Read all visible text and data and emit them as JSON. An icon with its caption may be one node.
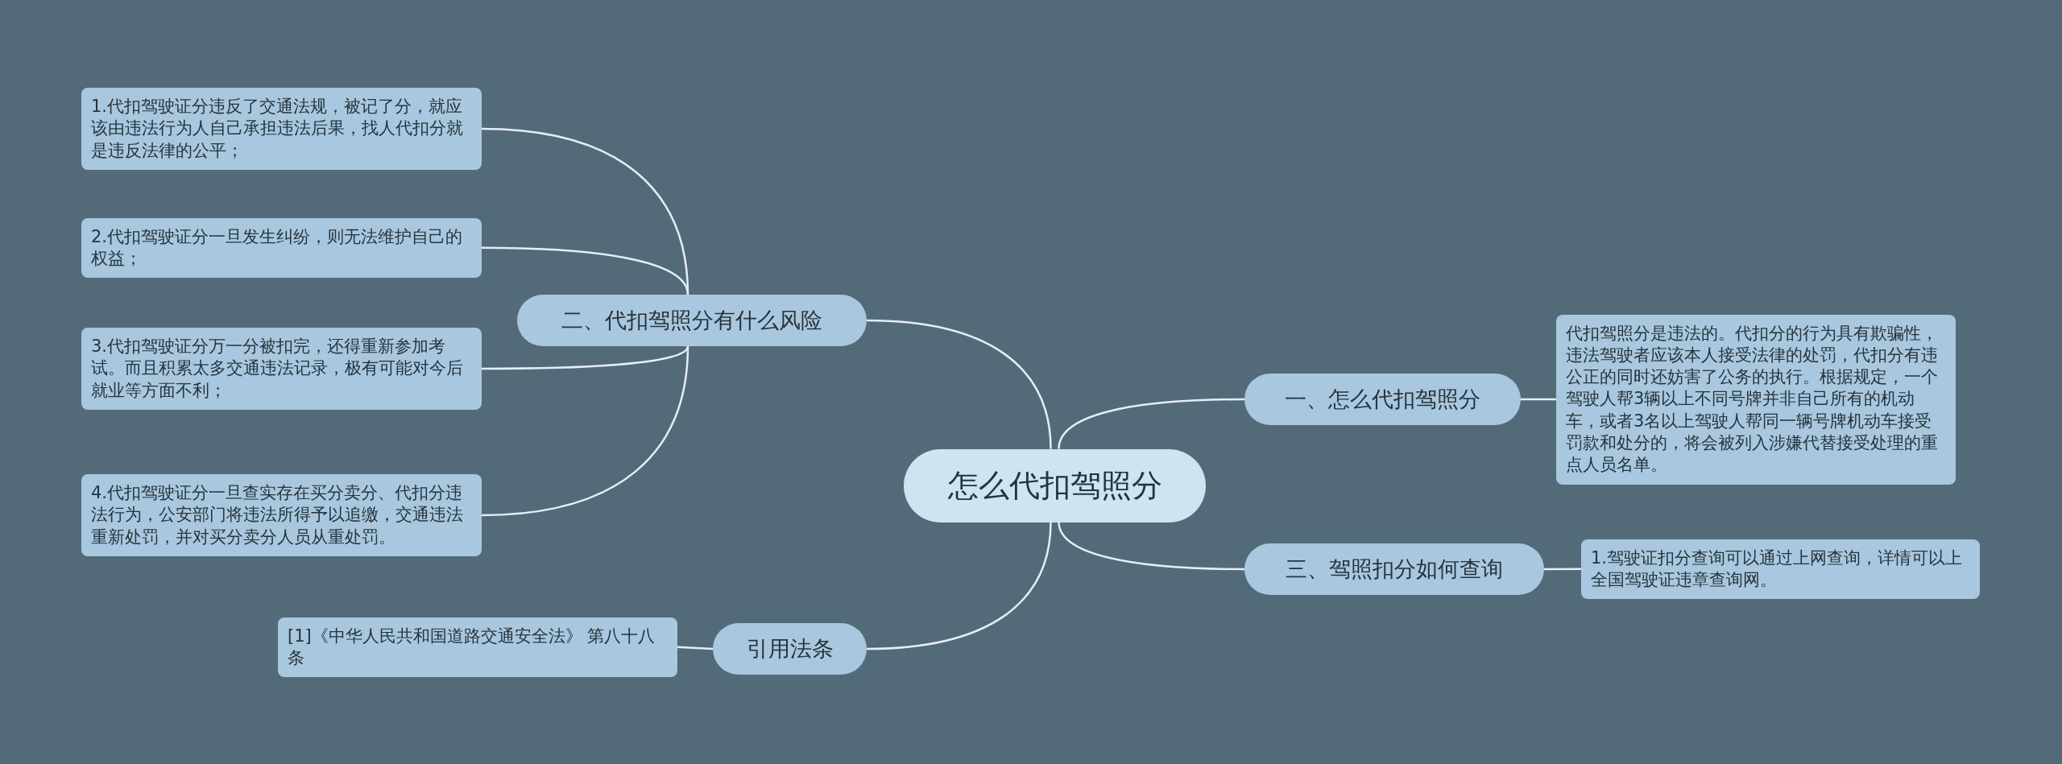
{
  "diagram": {
    "nodes": [
      {
        "text": [
          "怎么代扣驾照分"
        ]
      },
      {
        "text": [
          "二、代扣驾照分有什么风险"
        ]
      },
      {
        "text": [
          "1.代扣驾驶证分违反了交通法规，被记了分，就应该由违法行为人自己承担违法后果，找人代扣分就是违反法律的公平；"
        ]
      },
      {
        "text": [
          "2.代扣驾驶证分一旦发生纠纷，则无法维护自己的权益；"
        ]
      },
      {
        "text": [
          "3.代扣驾驶证分万一分被扣完，还得重新参加考试。而且积累太多交通违法记录，极有可能对今后就业等方面不利；"
        ]
      },
      {
        "text": [
          "4.代扣驾驶证分一旦查实存在买分卖分、代扣分违法行为，公安部门将违法所得予以追缴，交通违法重新处罚，并对买分卖分人员从重处罚。"
        ]
      },
      {
        "text": [
          "一、怎么代扣驾照分"
        ]
      },
      {
        "text": [
          "代扣驾照分是违法的。代扣分的行为具有欺骗性，违法驾驶者应该本人接受法律的处罚，代扣分有违公正的同时还妨害了公务的执行。根据规定，一个驾驶人帮3辆以上不同号牌并非自己所有的机动车，或者3名以上驾驶人帮同一辆号牌机动车接受罚款和处分的，将会被列入涉嫌代替接受处理的重点人员名单。"
        ]
      },
      {
        "text": [
          "三、驾照扣分如何查询"
        ]
      },
      {
        "text": [
          "1.驾驶证扣分查询可以通过上网查询，详情可以上全国驾驶证违章查询网。"
        ]
      },
      {
        "text": [
          "引用法条"
        ]
      },
      {
        "text": [
          "[1]《中华人民共和国道路交通安全法》 第八十八条"
        ]
      }
    ],
    "edges": [
      {
        "from": 0,
        "to": 1,
        "arrow": "none"
      },
      {
        "from": 1,
        "to": 2,
        "arrow": "none"
      },
      {
        "from": 1,
        "to": 3,
        "arrow": "none"
      },
      {
        "from": 1,
        "to": 4,
        "arrow": "none"
      },
      {
        "from": 1,
        "to": 5,
        "arrow": "none"
      },
      {
        "from": 0,
        "to": 6,
        "arrow": "none"
      },
      {
        "from": 6,
        "to": 7,
        "arrow": "none"
      },
      {
        "from": 0,
        "to": 8,
        "arrow": "none"
      },
      {
        "from": 8,
        "to": 9,
        "arrow": "none"
      },
      {
        "from": 0,
        "to": 10,
        "arrow": "none"
      },
      {
        "from": 10,
        "to": 11,
        "arrow": "none"
      }
    ]
  }
}
